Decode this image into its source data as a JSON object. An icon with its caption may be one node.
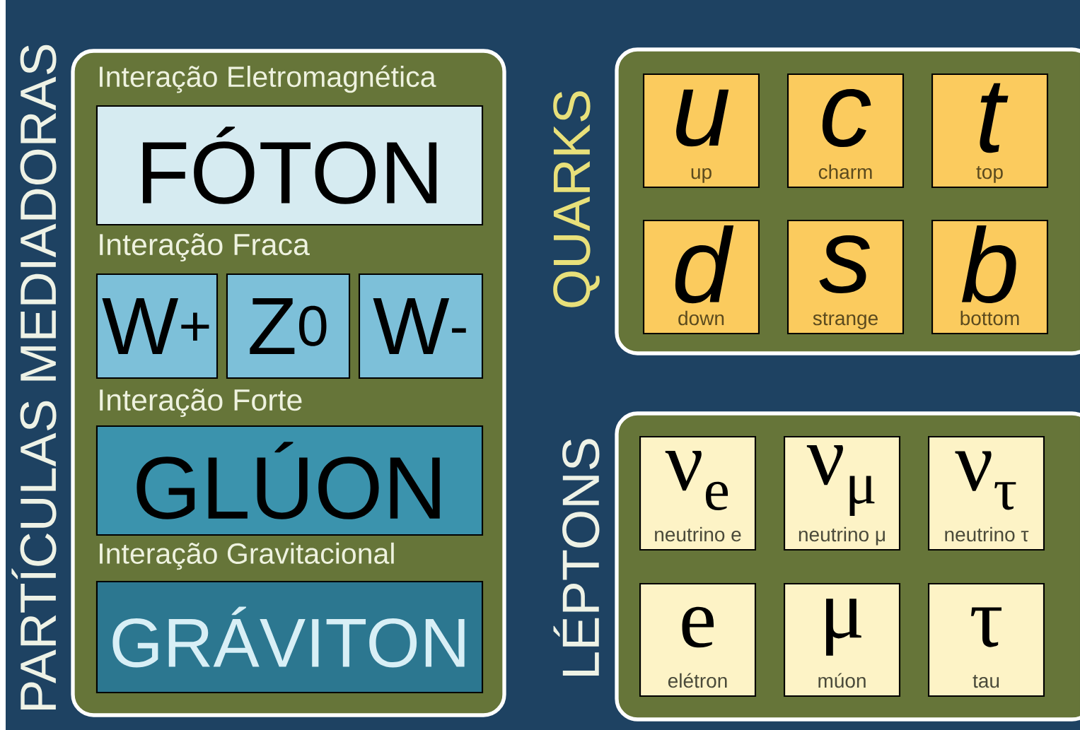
{
  "diagram": {
    "nodes": [
      {
        "text": [
          "PARTÍCULAS MEDIADORAS",
          "Interação Eletromagnética",
          "Interação Fraca",
          "Interação Forte",
          "Interação Gravitacional"
        ]
      },
      {
        "text": [
          "FÓTON"
        ],
        "in": 0
      },
      {
        "text": [
          "W$^{+}$"
        ],
        "in": 0
      },
      {
        "text": [
          "Z$^{0}$"
        ],
        "in": 0
      },
      {
        "text": [
          "W$^{-}$"
        ],
        "in": 0
      },
      {
        "text": [
          "GLÚON"
        ],
        "in": 0
      },
      {
        "text": [
          "GRÁVITON"
        ],
        "in": 0
      },
      {
        "text": [
          "QUARKS"
        ]
      },
      {
        "text": [
          "u",
          "up"
        ],
        "in": 7
      },
      {
        "text": [
          "c",
          "charm"
        ],
        "in": 7
      },
      {
        "text": [
          "t",
          "top"
        ],
        "in": 7
      },
      {
        "text": [
          "d",
          "down"
        ],
        "in": 7
      },
      {
        "text": [
          "s",
          "strange"
        ],
        "in": 7
      },
      {
        "text": [
          "b",
          "bottom"
        ],
        "in": 7
      },
      {
        "text": [
          "LÉPTONS"
        ]
      },
      {
        "text": [
          "ν$_{e}$",
          "neutrino e"
        ],
        "in": 14
      },
      {
        "text": [
          "ν$_{μ}$",
          "neutrino μ"
        ],
        "in": 14
      },
      {
        "text": [
          "ν$_{τ}$",
          "neutrino τ"
        ],
        "in": 14
      },
      {
        "text": [
          "e",
          "elétron"
        ],
        "in": 14
      },
      {
        "text": [
          "μ",
          "múon"
        ],
        "in": 14
      },
      {
        "text": [
          "τ",
          "tau"
        ],
        "in": 14
      }
    ]
  }
}
